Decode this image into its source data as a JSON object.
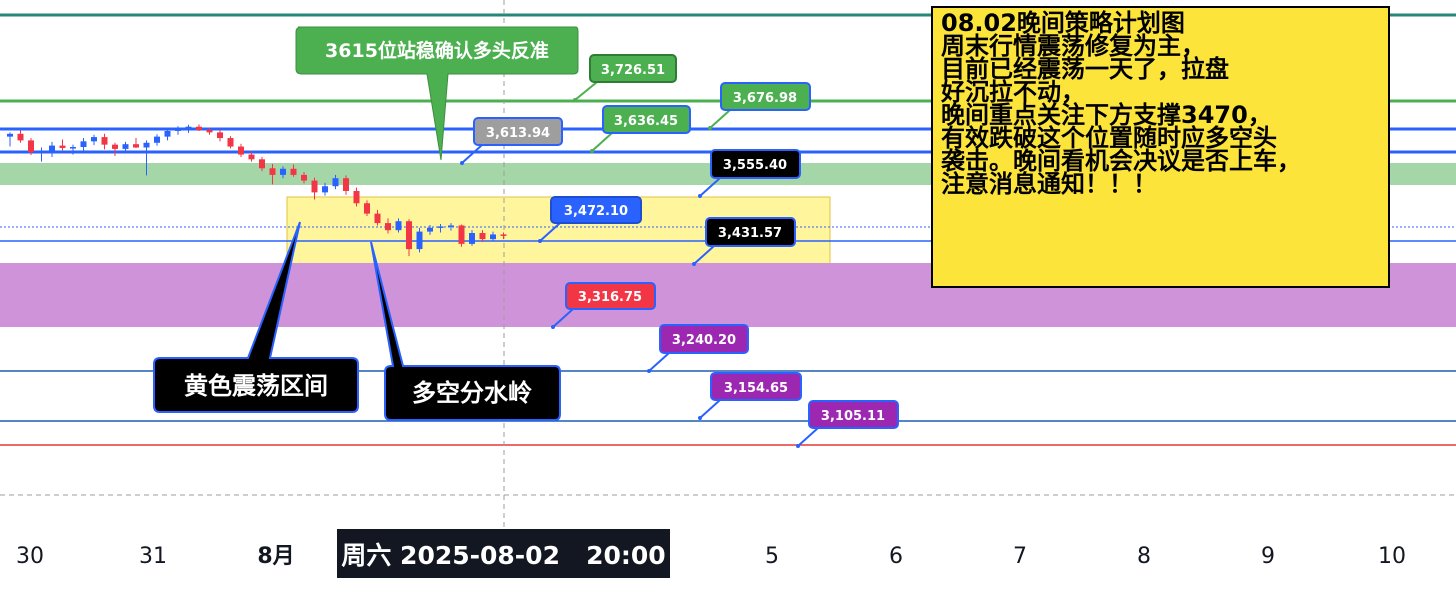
{
  "chart_data": {
    "type": "candlestick",
    "x_ticks": [
      "30",
      "31",
      "8月",
      "5",
      "6",
      "7",
      "8",
      "9",
      "10"
    ],
    "crosshair_date_label": "周六 2025-08-02   20:00",
    "price_levels": [
      {
        "value": 3726.51,
        "label": "3,726.51",
        "color": "#4caf50"
      },
      {
        "value": 3676.98,
        "label": "3,676.98",
        "color": "#4caf50"
      },
      {
        "value": 3636.45,
        "label": "3,636.45",
        "color": "#4caf50"
      },
      {
        "value": 3613.94,
        "label": "3,613.94",
        "color": "#9e9e9e"
      },
      {
        "value": 3555.4,
        "label": "3,555.40",
        "color": "#000000"
      },
      {
        "value": 3472.1,
        "label": "3,472.10",
        "color": "#2962ff"
      },
      {
        "value": 3431.57,
        "label": "3,431.57",
        "color": "#000000"
      },
      {
        "value": 3316.75,
        "label": "3,316.75",
        "color": "#f23645"
      },
      {
        "value": 3240.2,
        "label": "3,240.20",
        "color": "#9c27b0"
      },
      {
        "value": 3154.65,
        "label": "3,154.65",
        "color": "#9c27b0"
      },
      {
        "value": 3105.11,
        "label": "3,105.11",
        "color": "#9c27b0"
      }
    ],
    "zones": [
      {
        "name": "green-zone",
        "color": "#a5d6a7"
      },
      {
        "name": "yellow-zone",
        "color": "#fff59d"
      },
      {
        "name": "purple-zone",
        "color": "#ce93d8"
      }
    ],
    "candles": [
      {
        "o": 3693,
        "h": 3702,
        "l": 3672,
        "c": 3699
      },
      {
        "o": 3699,
        "h": 3706,
        "l": 3680,
        "c": 3685
      },
      {
        "o": 3685,
        "h": 3690,
        "l": 3654,
        "c": 3660
      },
      {
        "o": 3660,
        "h": 3670,
        "l": 3640,
        "c": 3663
      },
      {
        "o": 3663,
        "h": 3682,
        "l": 3650,
        "c": 3674
      },
      {
        "o": 3674,
        "h": 3687,
        "l": 3664,
        "c": 3669
      },
      {
        "o": 3669,
        "h": 3676,
        "l": 3655,
        "c": 3671
      },
      {
        "o": 3671,
        "h": 3690,
        "l": 3662,
        "c": 3683
      },
      {
        "o": 3683,
        "h": 3697,
        "l": 3675,
        "c": 3692
      },
      {
        "o": 3692,
        "h": 3699,
        "l": 3666,
        "c": 3676
      },
      {
        "o": 3676,
        "h": 3680,
        "l": 3652,
        "c": 3667
      },
      {
        "o": 3667,
        "h": 3682,
        "l": 3658,
        "c": 3677
      },
      {
        "o": 3677,
        "h": 3690,
        "l": 3669,
        "c": 3670
      },
      {
        "o": 3670,
        "h": 3685,
        "l": 3611,
        "c": 3680
      },
      {
        "o": 3680,
        "h": 3698,
        "l": 3674,
        "c": 3693
      },
      {
        "o": 3693,
        "h": 3709,
        "l": 3685,
        "c": 3705
      },
      {
        "o": 3705,
        "h": 3715,
        "l": 3697,
        "c": 3710
      },
      {
        "o": 3710,
        "h": 3718,
        "l": 3701,
        "c": 3714
      },
      {
        "o": 3714,
        "h": 3719,
        "l": 3705,
        "c": 3707
      },
      {
        "o": 3707,
        "h": 3712,
        "l": 3697,
        "c": 3702
      },
      {
        "o": 3702,
        "h": 3708,
        "l": 3683,
        "c": 3690
      },
      {
        "o": 3690,
        "h": 3694,
        "l": 3668,
        "c": 3672
      },
      {
        "o": 3672,
        "h": 3678,
        "l": 3650,
        "c": 3655
      },
      {
        "o": 3655,
        "h": 3662,
        "l": 3640,
        "c": 3645
      },
      {
        "o": 3645,
        "h": 3650,
        "l": 3620,
        "c": 3626
      },
      {
        "o": 3626,
        "h": 3635,
        "l": 3592,
        "c": 3612
      },
      {
        "o": 3612,
        "h": 3630,
        "l": 3605,
        "c": 3625
      },
      {
        "o": 3625,
        "h": 3634,
        "l": 3608,
        "c": 3612
      },
      {
        "o": 3612,
        "h": 3618,
        "l": 3594,
        "c": 3600
      },
      {
        "o": 3600,
        "h": 3606,
        "l": 3560,
        "c": 3575
      },
      {
        "o": 3575,
        "h": 3595,
        "l": 3568,
        "c": 3588
      },
      {
        "o": 3588,
        "h": 3612,
        "l": 3582,
        "c": 3605
      },
      {
        "o": 3605,
        "h": 3611,
        "l": 3570,
        "c": 3578
      },
      {
        "o": 3578,
        "h": 3585,
        "l": 3545,
        "c": 3552
      },
      {
        "o": 3552,
        "h": 3558,
        "l": 3525,
        "c": 3530
      },
      {
        "o": 3530,
        "h": 3538,
        "l": 3505,
        "c": 3510
      },
      {
        "o": 3510,
        "h": 3520,
        "l": 3488,
        "c": 3495
      },
      {
        "o": 3495,
        "h": 3520,
        "l": 3490,
        "c": 3514
      },
      {
        "o": 3514,
        "h": 3518,
        "l": 3440,
        "c": 3455
      },
      {
        "o": 3455,
        "h": 3500,
        "l": 3448,
        "c": 3492
      },
      {
        "o": 3492,
        "h": 3506,
        "l": 3485,
        "c": 3500
      },
      {
        "o": 3500,
        "h": 3508,
        "l": 3490,
        "c": 3503
      },
      {
        "o": 3503,
        "h": 3510,
        "l": 3494,
        "c": 3505
      },
      {
        "o": 3505,
        "h": 3507,
        "l": 3460,
        "c": 3466
      },
      {
        "o": 3466,
        "h": 3495,
        "l": 3462,
        "c": 3489
      },
      {
        "o": 3489,
        "h": 3495,
        "l": 3470,
        "c": 3476
      },
      {
        "o": 3476,
        "h": 3492,
        "l": 3472,
        "c": 3486
      },
      {
        "o": 3486,
        "h": 3490,
        "l": 3476,
        "c": 3484
      }
    ]
  },
  "annotations": {
    "callout_3615": "3615位站稳确认多头反准",
    "yellow_zone_label": "黄色震荡区间",
    "watershed_label": "多空分水岭"
  },
  "strategy_note": {
    "lines": [
      "08.02晚间策略计划图",
      "周末行情震荡修复为主，",
      "目前已经震荡一天了，拉盘",
      "好沉拉不动，",
      "晚间重点关注下方支撑3470，",
      "有效跌破这个位置随时应多空头",
      "袭击。晚间看机会决议是否上车，",
      "注意消息通知！！！"
    ]
  }
}
